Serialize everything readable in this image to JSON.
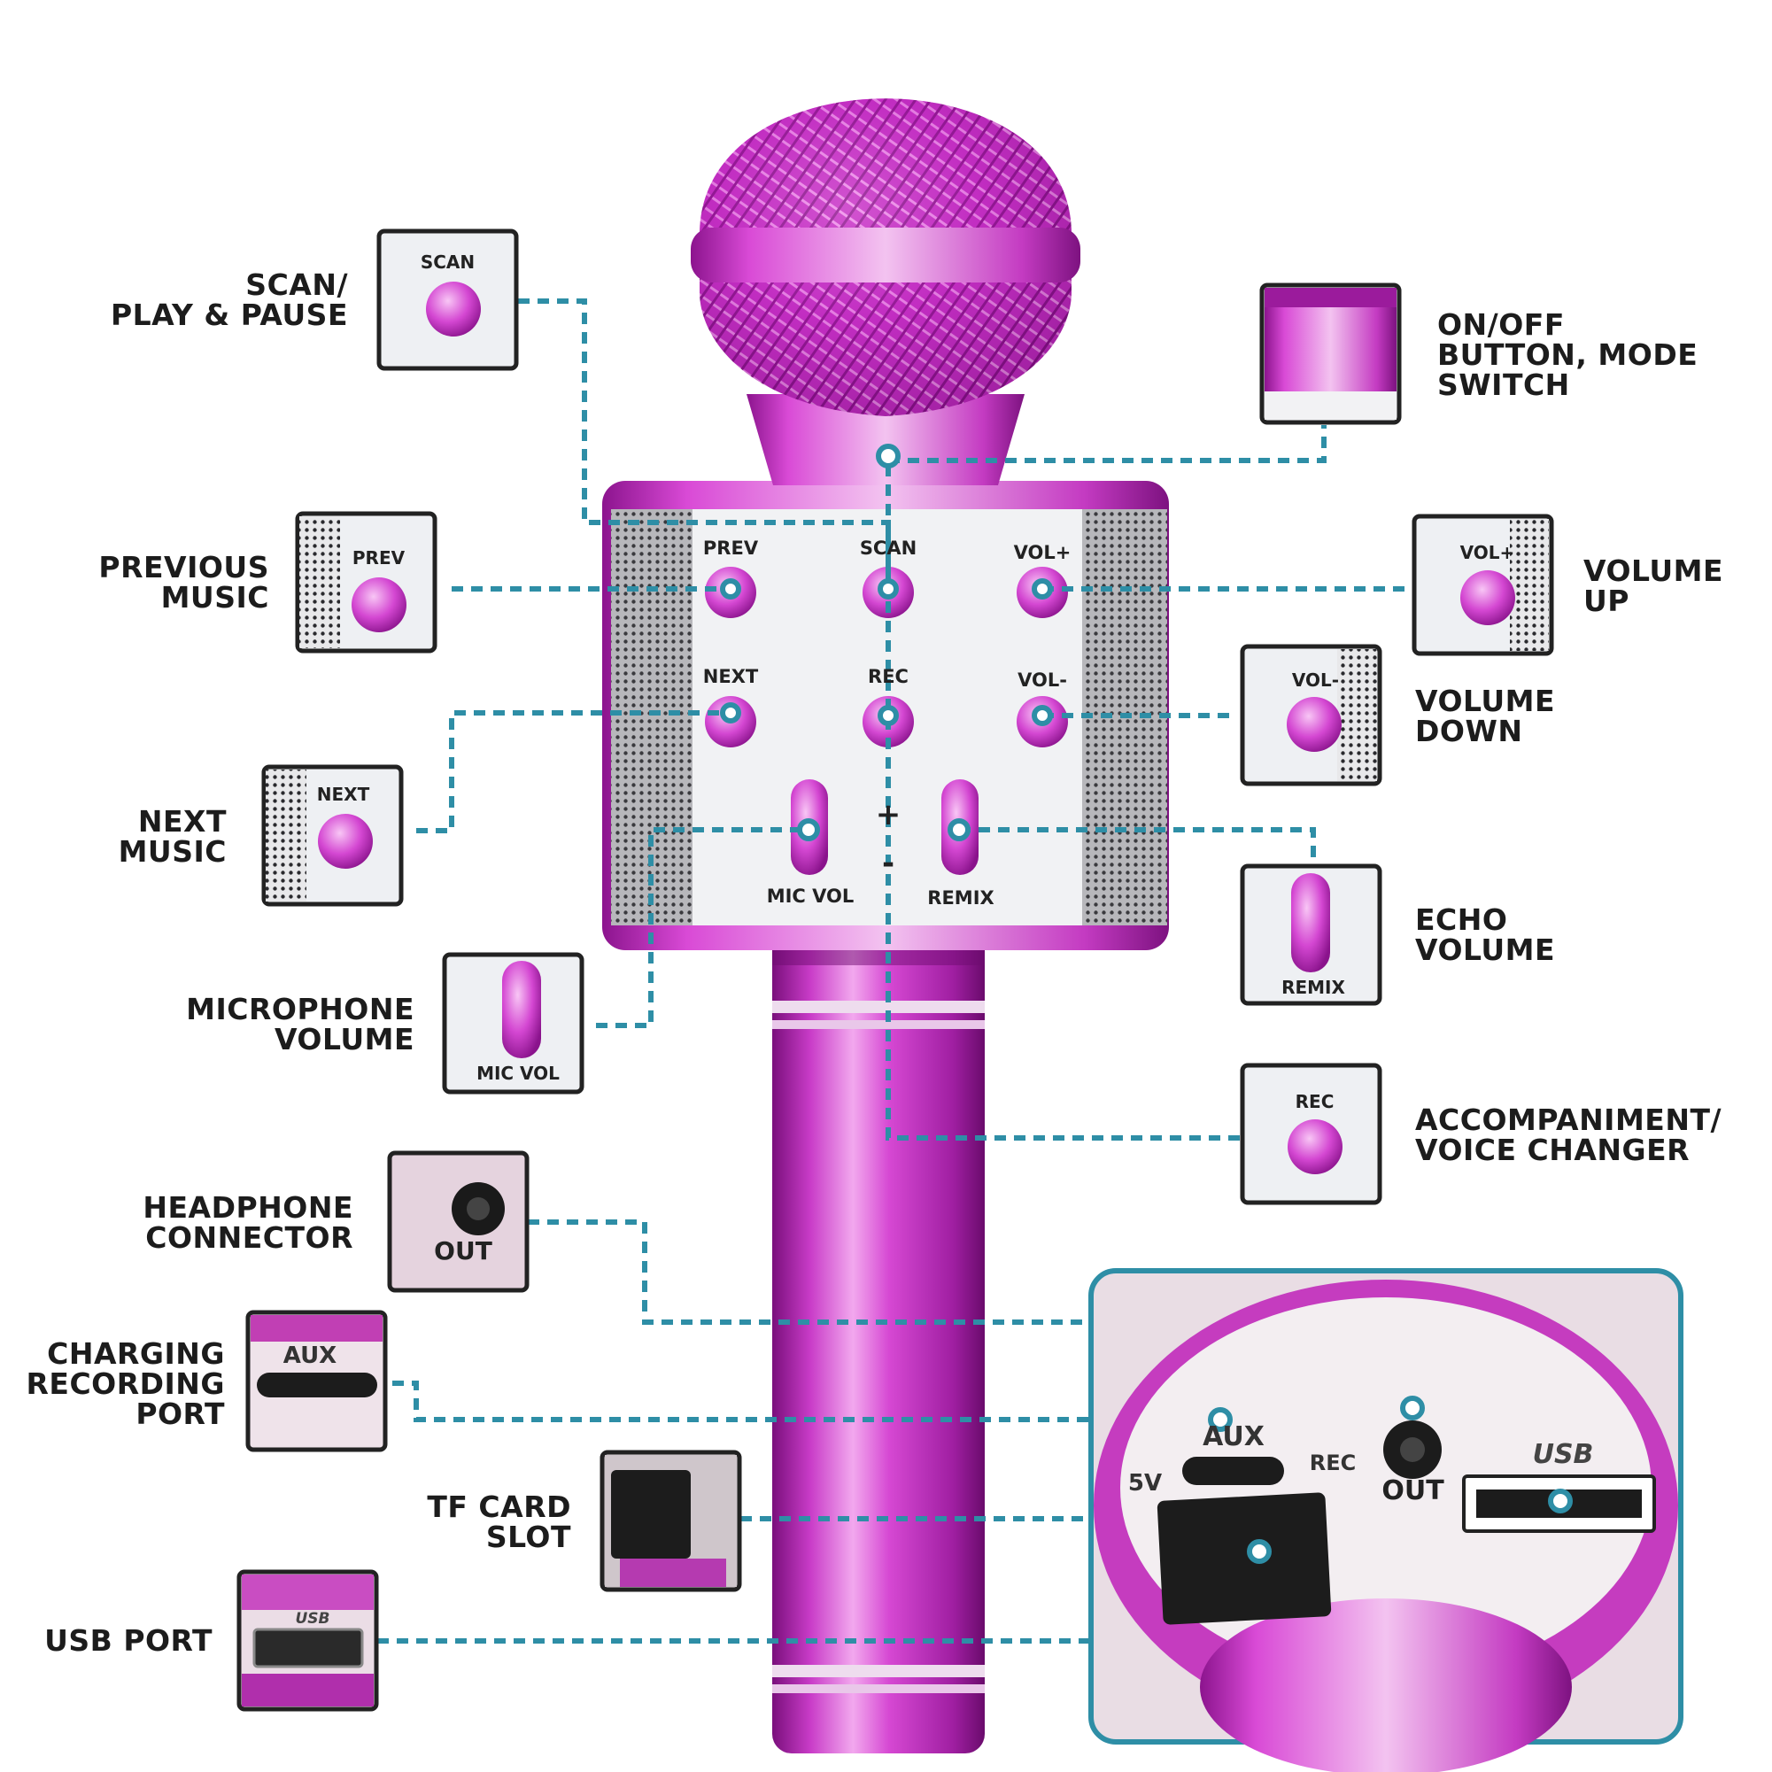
{
  "callouts": {
    "scan_play_pause": "SCAN/\nPLAY & PAUSE",
    "previous_music": "PREVIOUS\nMUSIC",
    "next_music": "NEXT\nMUSIC",
    "microphone_volume": "MICROPHONE\nVOLUME",
    "headphone_connector": "HEADPHONE\nCONNECTOR",
    "charging_recording_port": "CHARGING\nRECORDING\nPORT",
    "tf_card_slot": "TF CARD\nSLOT",
    "usb_port": "USB PORT",
    "on_off_mode_switch": "ON/OFF\nBUTTON, MODE\nSWITCH",
    "volume_up": "VOLUME\nUP",
    "volume_down": "VOLUME\nDOWN",
    "echo_volume": "ECHO\nVOLUME",
    "accompaniment_voice_changer": "ACCOMPANIMENT/\nVOICE CHANGER"
  },
  "buttons": {
    "prev": "PREV",
    "scan": "SCAN",
    "vol_up": "VOL+",
    "next": "NEXT",
    "rec": "REC",
    "vol_down": "VOL-",
    "mic_vol": "MIC VOL",
    "remix": "REMIX",
    "plus": "+",
    "minus": "-"
  },
  "ports": {
    "out": "OUT",
    "aux": "AUX",
    "usb": "USB",
    "rec": "REC",
    "five_v": "5V"
  },
  "colors": {
    "magenta": "#c72fc7",
    "magenta_dark": "#7d1280",
    "teal_leader": "#2e8ea6",
    "panel_white": "#f1f2f4",
    "grille": "#a9a9ad"
  }
}
